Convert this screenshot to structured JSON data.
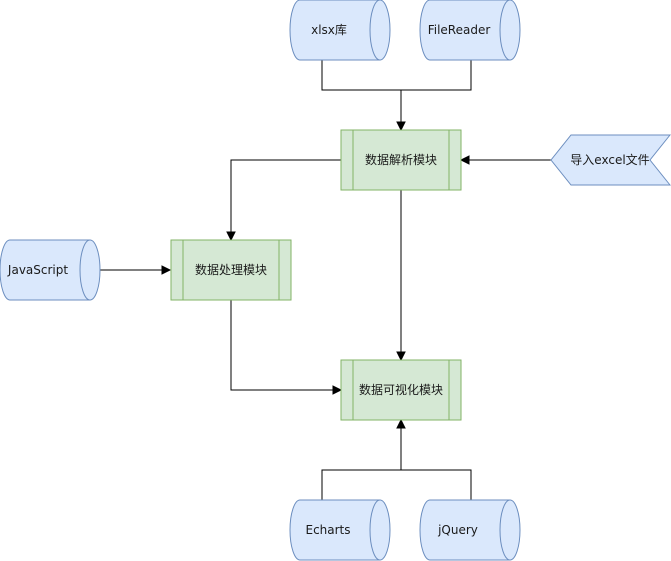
{
  "nodes": {
    "xlsx": "xlsx库",
    "filereader": "FileReader",
    "parse": "数据解析模块",
    "import_excel": "导入excel文件",
    "javascript": "JavaScript",
    "process": "数据处理模块",
    "visualize": "数据可视化模块",
    "echarts": "Echarts",
    "jquery": "jQuery"
  },
  "colors": {
    "storage_fill": "#dae8fc",
    "storage_stroke": "#6c8ebf",
    "module_fill": "#d5e8d4",
    "module_stroke": "#82b366",
    "edge": "#000000"
  }
}
